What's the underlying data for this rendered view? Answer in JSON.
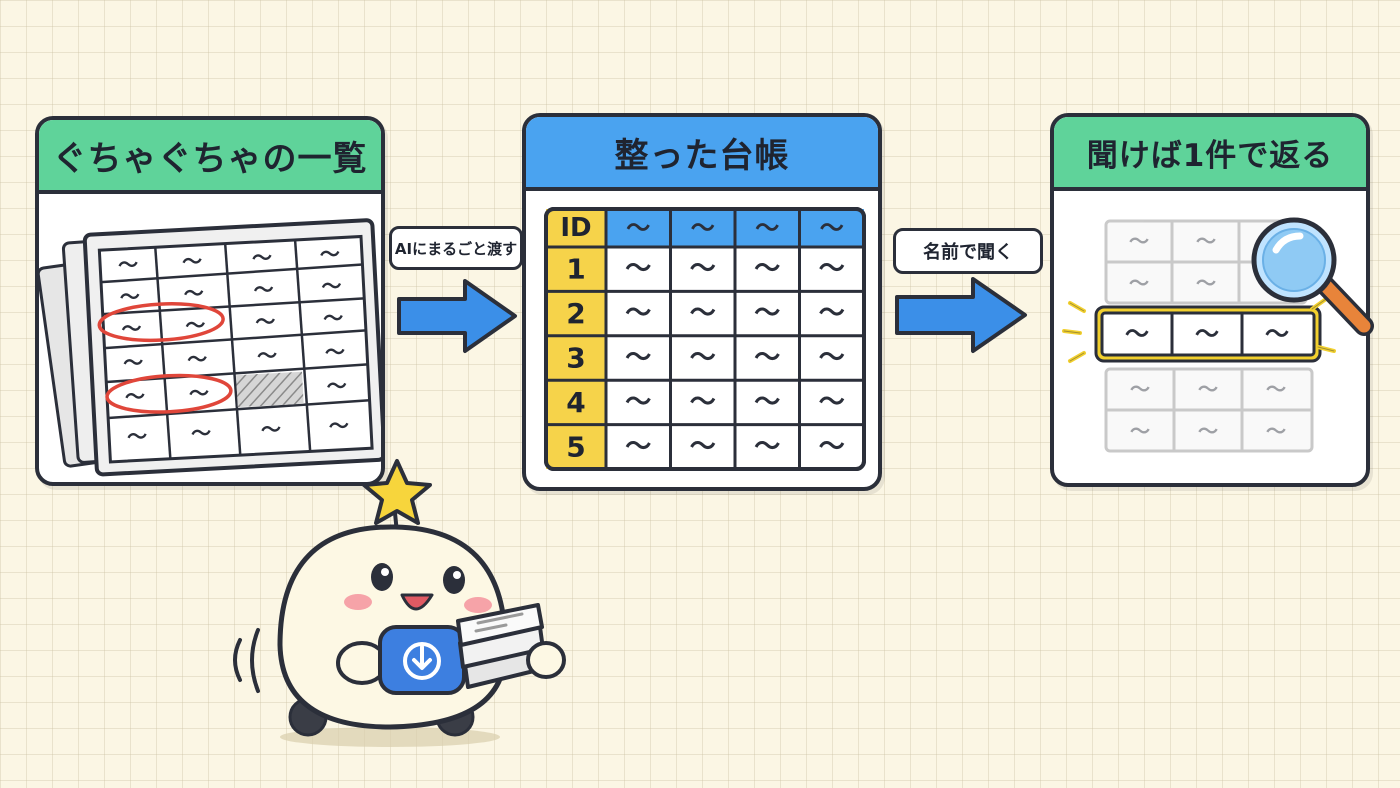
{
  "panels": {
    "messy": {
      "title": "ぐちゃぐちゃの一覧"
    },
    "ledger": {
      "title": "整った台帳",
      "id_header": "ID",
      "row_ids": [
        "1",
        "2",
        "3",
        "4",
        "5"
      ]
    },
    "lookup": {
      "title": "聞けば1件で返る"
    }
  },
  "arrows": {
    "first_label": "AIにまるごと渡す",
    "second_label": "名前で聞く"
  },
  "cell_glyph": "〜",
  "colors": {
    "green_header": "#5fd39a",
    "blue_header": "#4aa3f0",
    "id_column": "#f6d34a",
    "arrow": "#3b8fe8",
    "highlight": "#f2d02e",
    "circle_mark": "#e0463a",
    "mascot_body": "#fdf8e4",
    "badge": "#3d7fe0"
  },
  "icons": [
    "star-icon",
    "magnifier-icon",
    "download-icon"
  ]
}
